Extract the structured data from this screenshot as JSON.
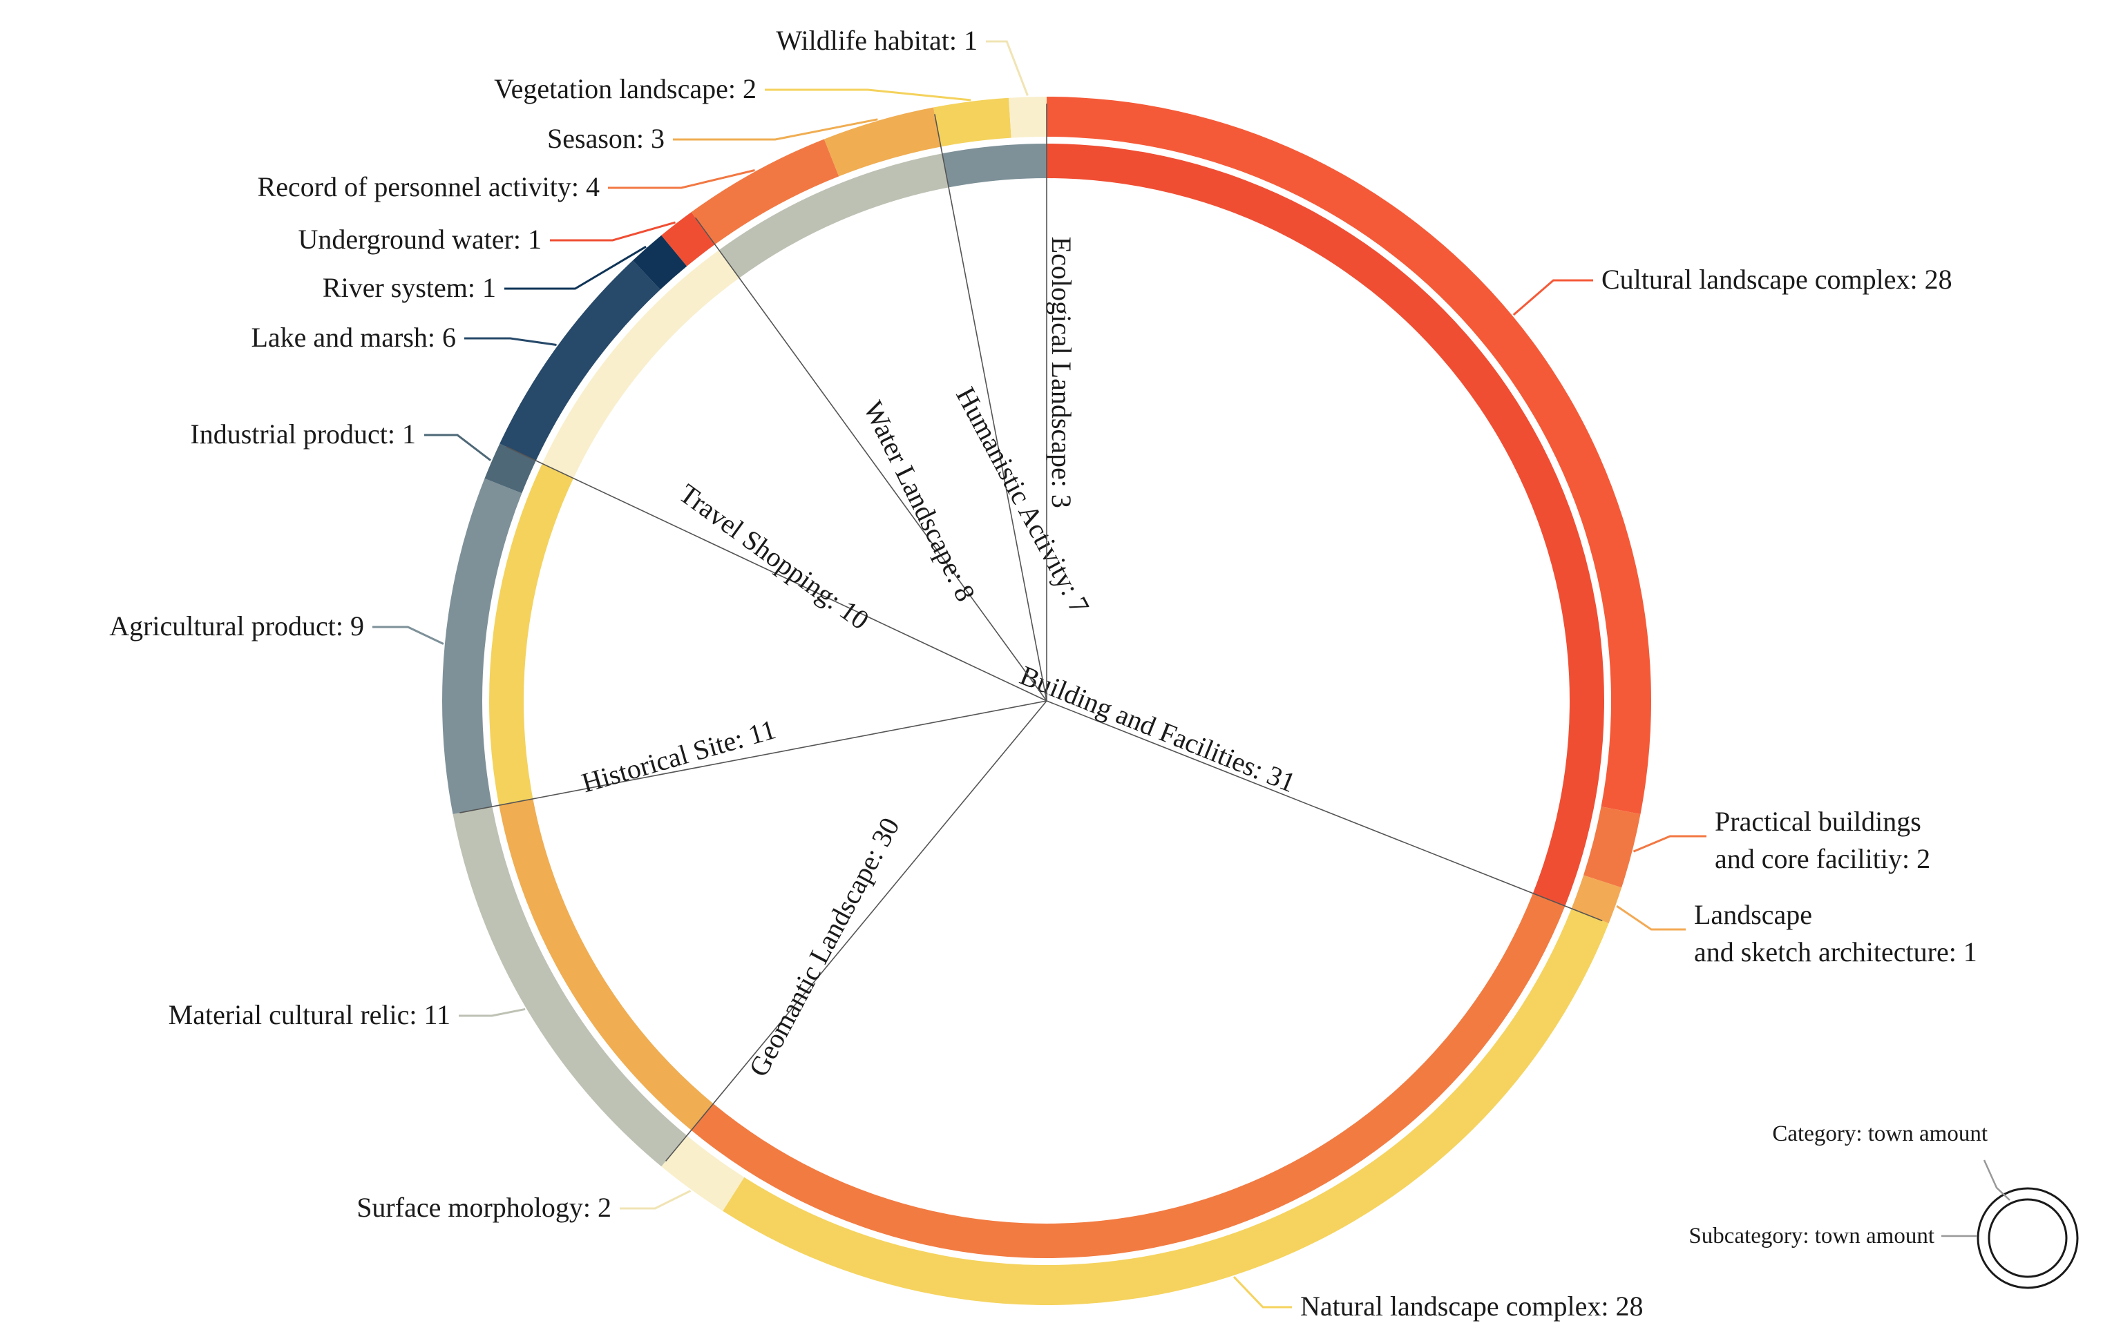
{
  "chart_data": {
    "type": "sunburst",
    "categories": [
      {
        "name": "Building and Facilities",
        "value": 31,
        "label": "Building and Facilities: 31",
        "color": "#f04e33",
        "subcategories": [
          {
            "name": "Cultural landscape complex",
            "value": 28,
            "label": "Cultural landscape complex: 28",
            "color": "#f55a38"
          },
          {
            "name": "Practical buildings and core facilitiy",
            "value": 2,
            "label_lines": [
              "Practical buildings",
              "and core facilitiy: 2"
            ],
            "color": "#f27843"
          },
          {
            "name": "Landscape and sketch architecture",
            "value": 1,
            "label_lines": [
              "Landscape",
              "and sketch architecture: 1"
            ],
            "color": "#f3aa55"
          }
        ]
      },
      {
        "name": "Geomantic Landscape",
        "value": 30,
        "label": "Geomantic Landscape: 30",
        "color": "#f27b42",
        "subcategories": [
          {
            "name": "Natural landscape complex",
            "value": 28,
            "label": "Natural landscape complex: 28",
            "color": "#f5d35e"
          },
          {
            "name": "Surface morphology",
            "value": 2,
            "label": "Surface morphology: 2",
            "color": "#f9efcb"
          }
        ]
      },
      {
        "name": "Historical Site",
        "value": 11,
        "label": "Historical Site: 11",
        "color": "#f0ad52",
        "subcategories": [
          {
            "name": "Material cultural relic",
            "value": 11,
            "label": "Material cultural relic: 11",
            "color": "#bec2b4"
          }
        ]
      },
      {
        "name": "Travel Shopping",
        "value": 10,
        "label": "Travel Shopping: 10",
        "color": "#f4d25c",
        "subcategories": [
          {
            "name": "Agricultural product",
            "value": 9,
            "label": "Agricultural product: 9",
            "color": "#7e9199"
          },
          {
            "name": "Industrial product",
            "value": 1,
            "label": "Industrial product: 1",
            "color": "#4e6877"
          }
        ]
      },
      {
        "name": "Water Landscape",
        "value": 8,
        "label": "Water Landscape: 8",
        "color": "#f9efcd",
        "subcategories": [
          {
            "name": "Lake and marsh",
            "value": 6,
            "label": "Lake and marsh: 6",
            "color": "#27496a"
          },
          {
            "name": "River system",
            "value": 1,
            "label": "River system: 1",
            "color": "#0f3457"
          },
          {
            "name": "Underground water",
            "value": 1,
            "label": "Underground water: 1",
            "color": "#f04e33"
          }
        ]
      },
      {
        "name": "Humanistic Activity",
        "value": 7,
        "label": "Humanistic Activity: 7",
        "color": "#bdc1b3",
        "subcategories": [
          {
            "name": "Record of personnel activity",
            "value": 4,
            "label": "Record of personnel activity: 4",
            "color": "#f27843"
          },
          {
            "name": "Sesason",
            "value": 3,
            "label": "Sesason: 3",
            "color": "#f0ad52"
          }
        ]
      },
      {
        "name": "Ecological Landscape",
        "value": 3,
        "label": "Ecological Landscape: 3",
        "color": "#7e9199",
        "subcategories": [
          {
            "name": "Vegetation landscape",
            "value": 2,
            "label": "Vegetation landscape: 2",
            "color": "#f4d25c"
          },
          {
            "name": "Wildlife habitat",
            "value": 1,
            "label": "Wildlife habitat: 1",
            "color": "#f9efcd"
          }
        ]
      }
    ],
    "legend": {
      "placement": "bottom-right",
      "category_text": "Category: town amount",
      "subcategory_text": "Subcategory: town amount"
    }
  }
}
